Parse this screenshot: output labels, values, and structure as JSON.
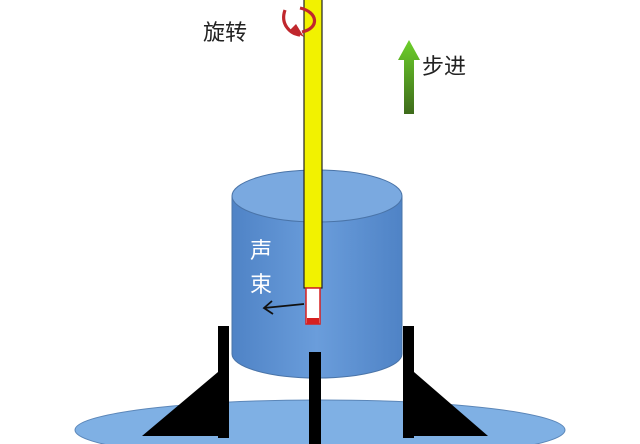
{
  "labels": {
    "rotate": "旋转",
    "step": "步进",
    "beam_top": "声",
    "beam_bottom": "束"
  },
  "colors": {
    "tank_fill": "#5b8fd0",
    "tank_top": "#7aa9e0",
    "base_fill": "#7fb0e4",
    "rod_fill": "#f2f200",
    "rod_stroke": "#222222",
    "leg_fill": "#000000",
    "rotate_arrow": "#c0272d",
    "step_arrow_top": "#6ccf2a",
    "step_arrow_bottom": "#3e6b1b",
    "transducer": "#d62020"
  }
}
